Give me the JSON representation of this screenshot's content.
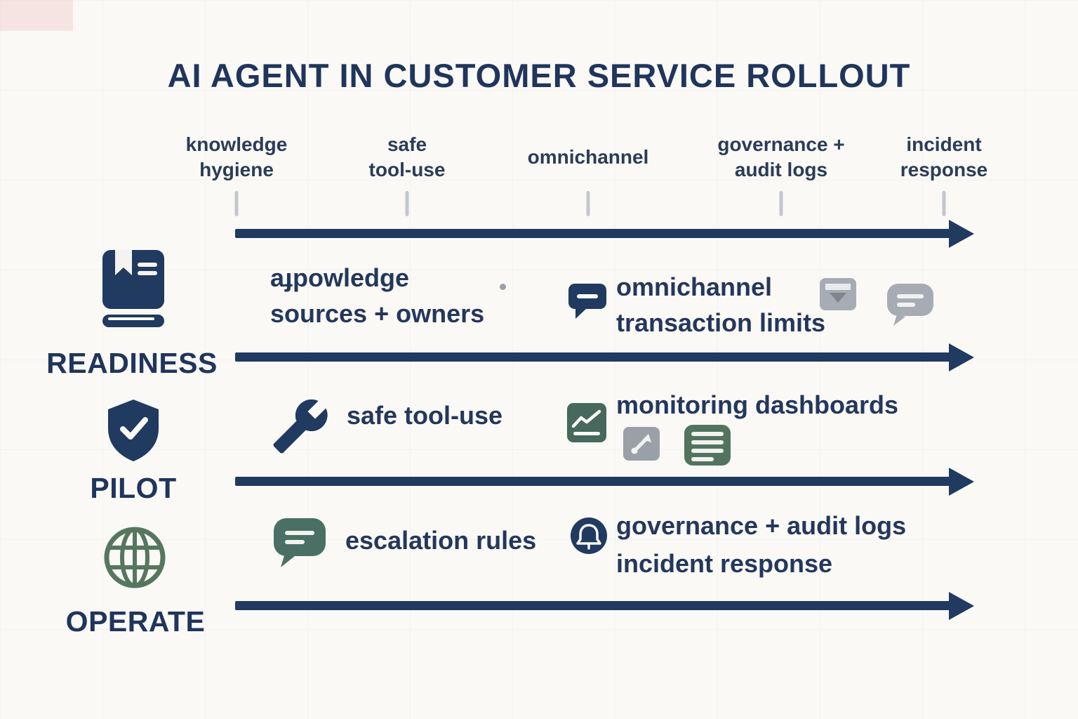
{
  "title": "AI AGENT IN CUSTOMER SERVICE ROLLOUT",
  "colors": {
    "navy": "#203a60",
    "text_navy": "#24375c",
    "teal": "#4a7065",
    "sage_green": "#56775f",
    "gray_icon": "#a7acb4",
    "background": "#faf9f6"
  },
  "timeline": {
    "milestones": [
      {
        "label": "knowledge\nhygiene"
      },
      {
        "label": "safe\ntool-use"
      },
      {
        "label": "omnichannel"
      },
      {
        "label": "governance +\naudit logs"
      },
      {
        "label": "incident\nresponse"
      }
    ]
  },
  "phases": [
    {
      "name": "READINESS",
      "icon": "book-icon",
      "items": [
        {
          "icon": null,
          "text": "aɟpowledge\nsources + owners"
        },
        {
          "icon": "chat-bubble-icon",
          "text": "omnichannel\ntransaction limits"
        }
      ],
      "trailing_icons": [
        "envelope-icon",
        "gray-chat-bubble-icon"
      ]
    },
    {
      "name": "PILOT",
      "icon": "shield-check-icon",
      "items": [
        {
          "icon": "wrench-icon",
          "text": "safe tool-use"
        },
        {
          "icon": "line-chart-icon",
          "text": "monitoring dashboards"
        }
      ],
      "trailing_icons": [
        "diagonal-arrow-icon",
        "list-lines-icon"
      ]
    },
    {
      "name": "OPERATE",
      "icon": "globe-icon",
      "items": [
        {
          "icon": "teal-chat-bubble-icon",
          "text": "escalation rules"
        },
        {
          "icon": "alert-bell-icon",
          "text": "governance + audit logs\nincident response"
        }
      ],
      "trailing_icons": []
    }
  ]
}
